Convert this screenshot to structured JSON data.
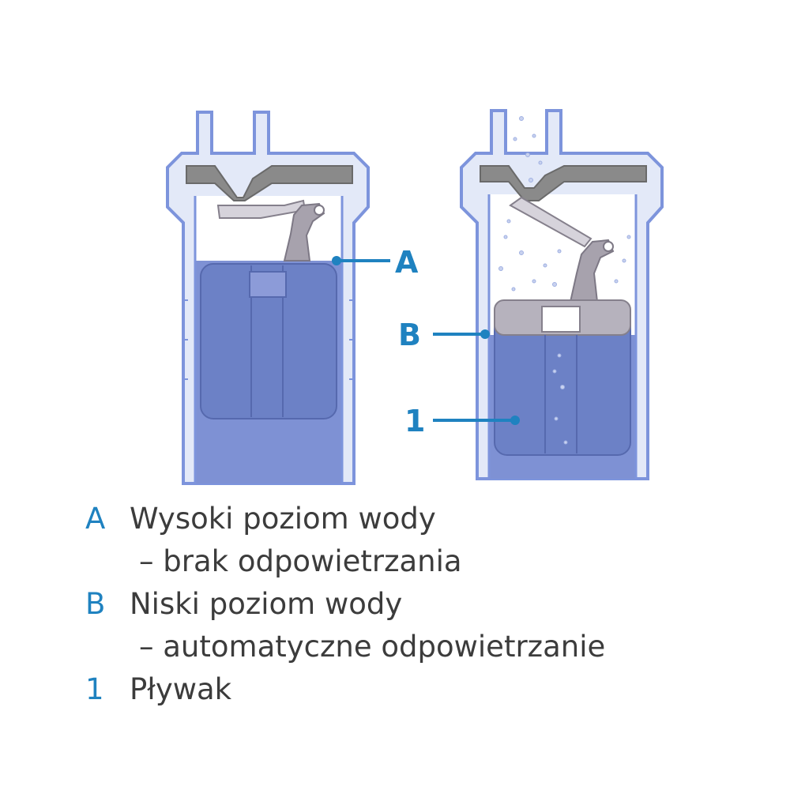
{
  "colors": {
    "accent": "#1f82c0",
    "text": "#3c3c3c",
    "housing_outline": "#7d94dc",
    "housing_fill": "#d8e0f6",
    "water": "#7e91d4",
    "float": "#6c81c6",
    "cap": "#8a8a8a",
    "lever": "#a7a2ad"
  },
  "callouts": {
    "a": "A",
    "b": "B",
    "one": "1"
  },
  "legend": {
    "a_key": "A",
    "a_title": "Wysoki poziom wody",
    "a_sub": "– brak odpowietrzania",
    "b_key": "B",
    "b_title": "Niski poziom wody",
    "b_sub": "– automatyczne odpowietrzanie",
    "one_key": "1",
    "one_title": "Pływak"
  }
}
